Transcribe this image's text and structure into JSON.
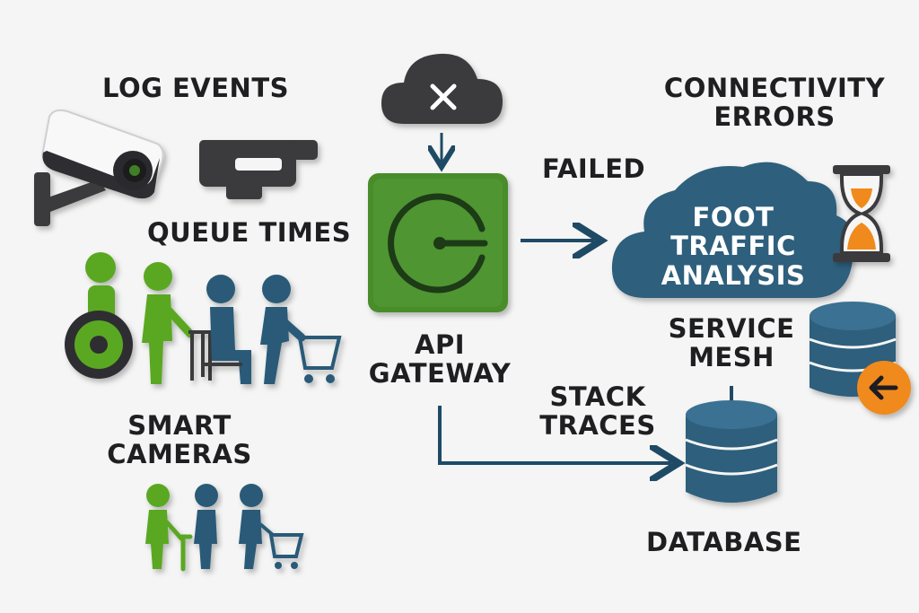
{
  "labels": {
    "log_events": "LOG EVENTS",
    "queue_times": "QUEUE TIMES",
    "smart_cameras_1": "SMART",
    "smart_cameras_2": "CAMERAS",
    "api_gateway_1": "API",
    "api_gateway_2": "GATEWAY",
    "failed": "FAILED",
    "connectivity_errors_1": "CONNECTIVITY",
    "connectivity_errors_2": "ERRORS",
    "foot_traffic_1": "FOOT",
    "foot_traffic_2": "TRAFFIC",
    "foot_traffic_3": "ANALYSIS",
    "service_mesh_1": "SERVICE",
    "service_mesh_2": "MESH",
    "stack_traces_1": "STACK",
    "stack_traces_2": "TRACES",
    "database": "DATABASE"
  },
  "colors": {
    "green": "#5aa822",
    "dark_green": "#3f7f25",
    "navy": "#2a5a78",
    "teal_dark": "#1f4a66",
    "orange": "#f08a1e",
    "charcoal": "#3a3a3c",
    "text": "#1f1f22"
  },
  "icons": [
    "security-camera-icon",
    "camera-mount-icon",
    "cloud-x-icon",
    "gateway-block-icon",
    "foot-traffic-cloud-icon",
    "hourglass-icon",
    "database-stack-icon",
    "database-back-arrow-icon",
    "wheelchair-person-icon",
    "walker-person-icon",
    "seated-person-icon",
    "shopping-cart-person-icon"
  ]
}
